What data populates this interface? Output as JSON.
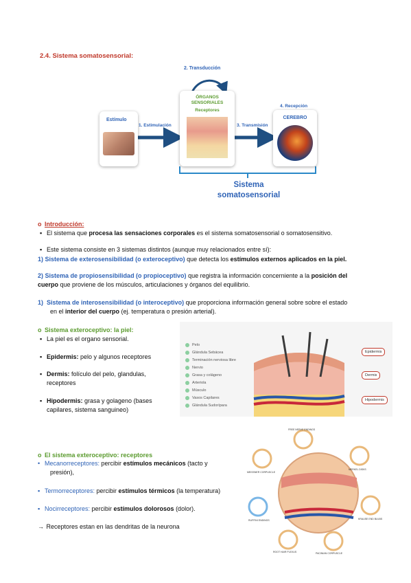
{
  "section_title": "2.4. Sistema somatosensorial:",
  "diagram": {
    "stimulus_label": "Estímulo",
    "step1": "1. Estimulación",
    "step2": "2. Transducción",
    "organ_title": "ÓRGANOS SENSORIALES",
    "organ_sub": "Receptores",
    "step3": "3. Transmisión",
    "step4": "4. Recepción",
    "brain_label": "CEREBRO",
    "system_line1": "Sistema",
    "system_line2": "somatosensorial"
  },
  "intro": {
    "heading": "Introducción:",
    "line1_pre": "El sistema que ",
    "line1_bold": "procesa las sensaciones corporales",
    "line1_post": " es el sistema somatosensorial o somatosensitivo.",
    "line2": "Este sistema consiste en 3 sistemas distintos (aunque muy relacionados entre sí):"
  },
  "sub1": {
    "num": "1)",
    "name": "Sistema de exterosensibilidad (o exteroceptivo)",
    "mid": " que detecta los ",
    "bold": "estímulos externos aplicados en la piel."
  },
  "sub2": {
    "num": "2)",
    "name": "Sistema de propiosensibilidad (o propioceptivo)",
    "mid": " que registra la información concerniente a la ",
    "bold1": "posición del",
    "bold2": "cuerpo",
    "rest": " que proviene de los músculos, articulaciones y órganos del equilibrio."
  },
  "sub3": {
    "num": "1)",
    "name": "Sistema de interosensibilidad (o interoceptivo)",
    "mid": " que proporciona información general sobre sobre el estado",
    "pre2": "en el ",
    "bold": "interior del cuerpo",
    "rest": " (ej. temperatura o presión arterial)."
  },
  "skin": {
    "heading": "Sistema exteroceptivo: la piel:",
    "b1": "La piel es el organo sensorial.",
    "b2_bold": "Epidermis:",
    "b2_rest": " pelo y algunos receptores",
    "b3_bold": "Dermis:",
    "b3_rest_a": " folículo del pelo, glandulas,",
    "b3_rest_b": "receptores",
    "b4_bold": "Hipodermis:",
    "b4_rest_a": " grasa y golageno (bases",
    "b4_rest_b": "capilares, sistema sanguineo)",
    "legend": [
      "Pelo",
      "Glándula Sebácea",
      "Terminación nerviosa libre",
      "Nervio",
      "Grasa y colágeno",
      "Arteriola",
      "Músculo",
      "Vasos Capilares",
      "Glándula Sudorípara"
    ],
    "layers": [
      "Epidermis",
      "Dermis",
      "Hipodermis"
    ]
  },
  "receptors": {
    "heading": "El sistema exteroceptivo: receptores",
    "r1_name": "Mecanorreceptores:",
    "r1_pre": " percibir ",
    "r1_bold": "estímulos mecánicos",
    "r1_rest_a": " (tacto y",
    "r1_rest_b": "presión),",
    "r2_name": "Termorreceptores:",
    "r2_pre": " percibir ",
    "r2_bold": "estímulos térmicos",
    "r2_rest": " (la temperatura)",
    "r3_name": "Nocirreceptores:",
    "r3_pre": " percibir ",
    "r3_bold": "estímulos dolorosos",
    "r3_rest": " (dolor).",
    "arrow_text": "Receptores estan en las dendritas de la neurona",
    "diagram_labels": [
      "FREE NERVE ENDINGS",
      "MEISSNER CORPUSCLE",
      "MERKEL DISKS",
      "RUFFINI ENDINGS",
      "KRAUSE END BULBS",
      "ROOT HAIR PLEXUS",
      "PACINIAN CORPUSCLE"
    ]
  }
}
